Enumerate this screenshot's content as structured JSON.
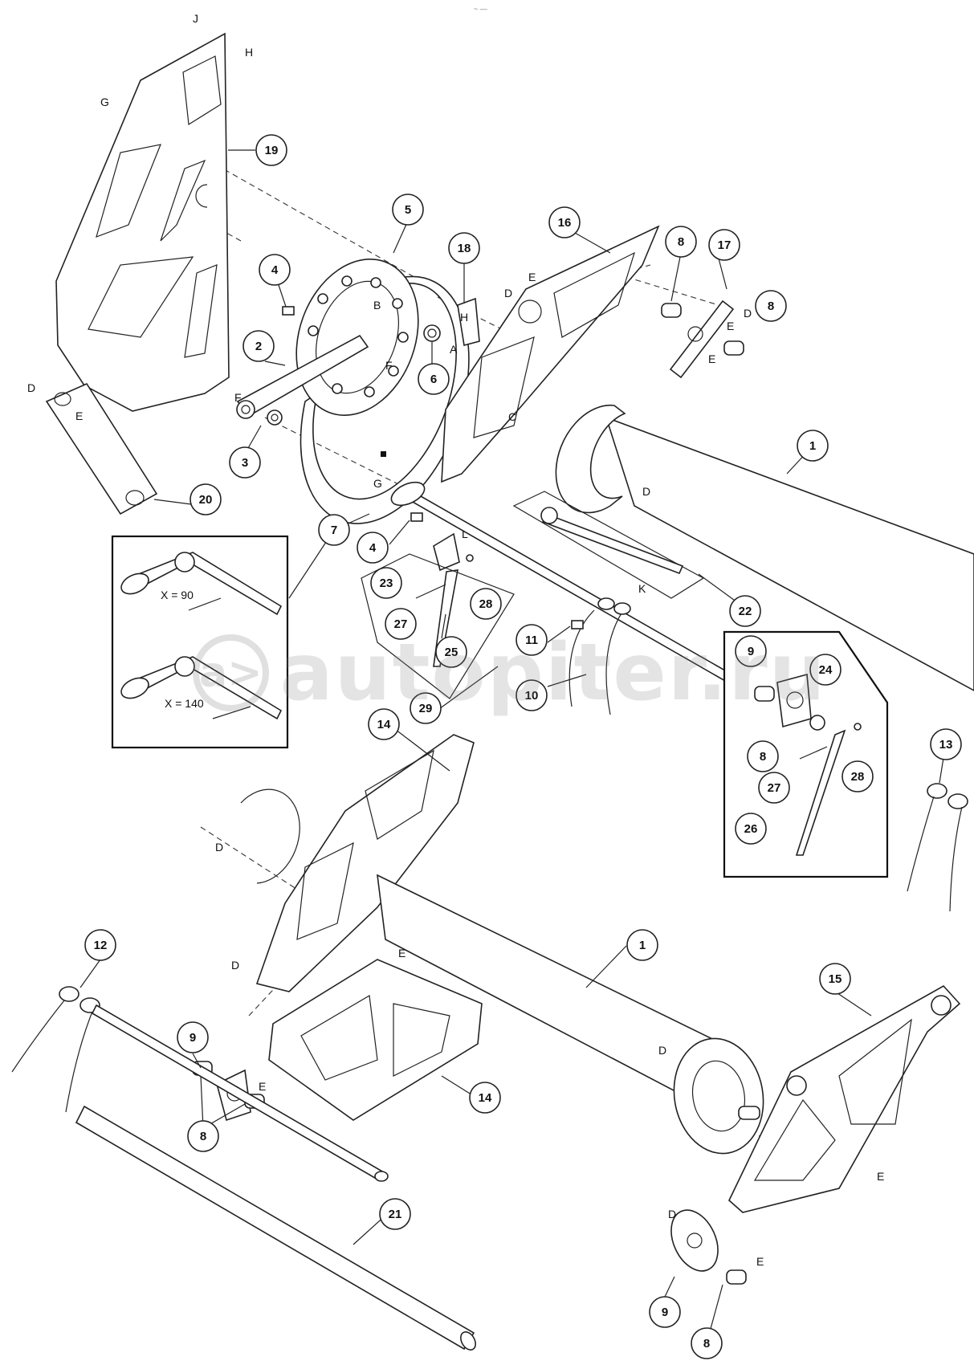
{
  "header_mark": "~ —",
  "callouts": [
    "1",
    "2",
    "3",
    "4",
    "5",
    "6",
    "7",
    "8",
    "9",
    "10",
    "11",
    "12",
    "13",
    "14",
    "15",
    "16",
    "17",
    "18",
    "19",
    "20",
    "21",
    "22",
    "23",
    "24",
    "25",
    "26",
    "27",
    "28",
    "29"
  ],
  "letters": [
    "A",
    "B",
    "C",
    "D",
    "E",
    "F",
    "G",
    "H",
    "J",
    "K",
    "L"
  ],
  "inset_dimensions": [
    "X = 90",
    "X = 140"
  ],
  "watermark": {
    "logo": "a>",
    "text": "autopiter.ru"
  }
}
